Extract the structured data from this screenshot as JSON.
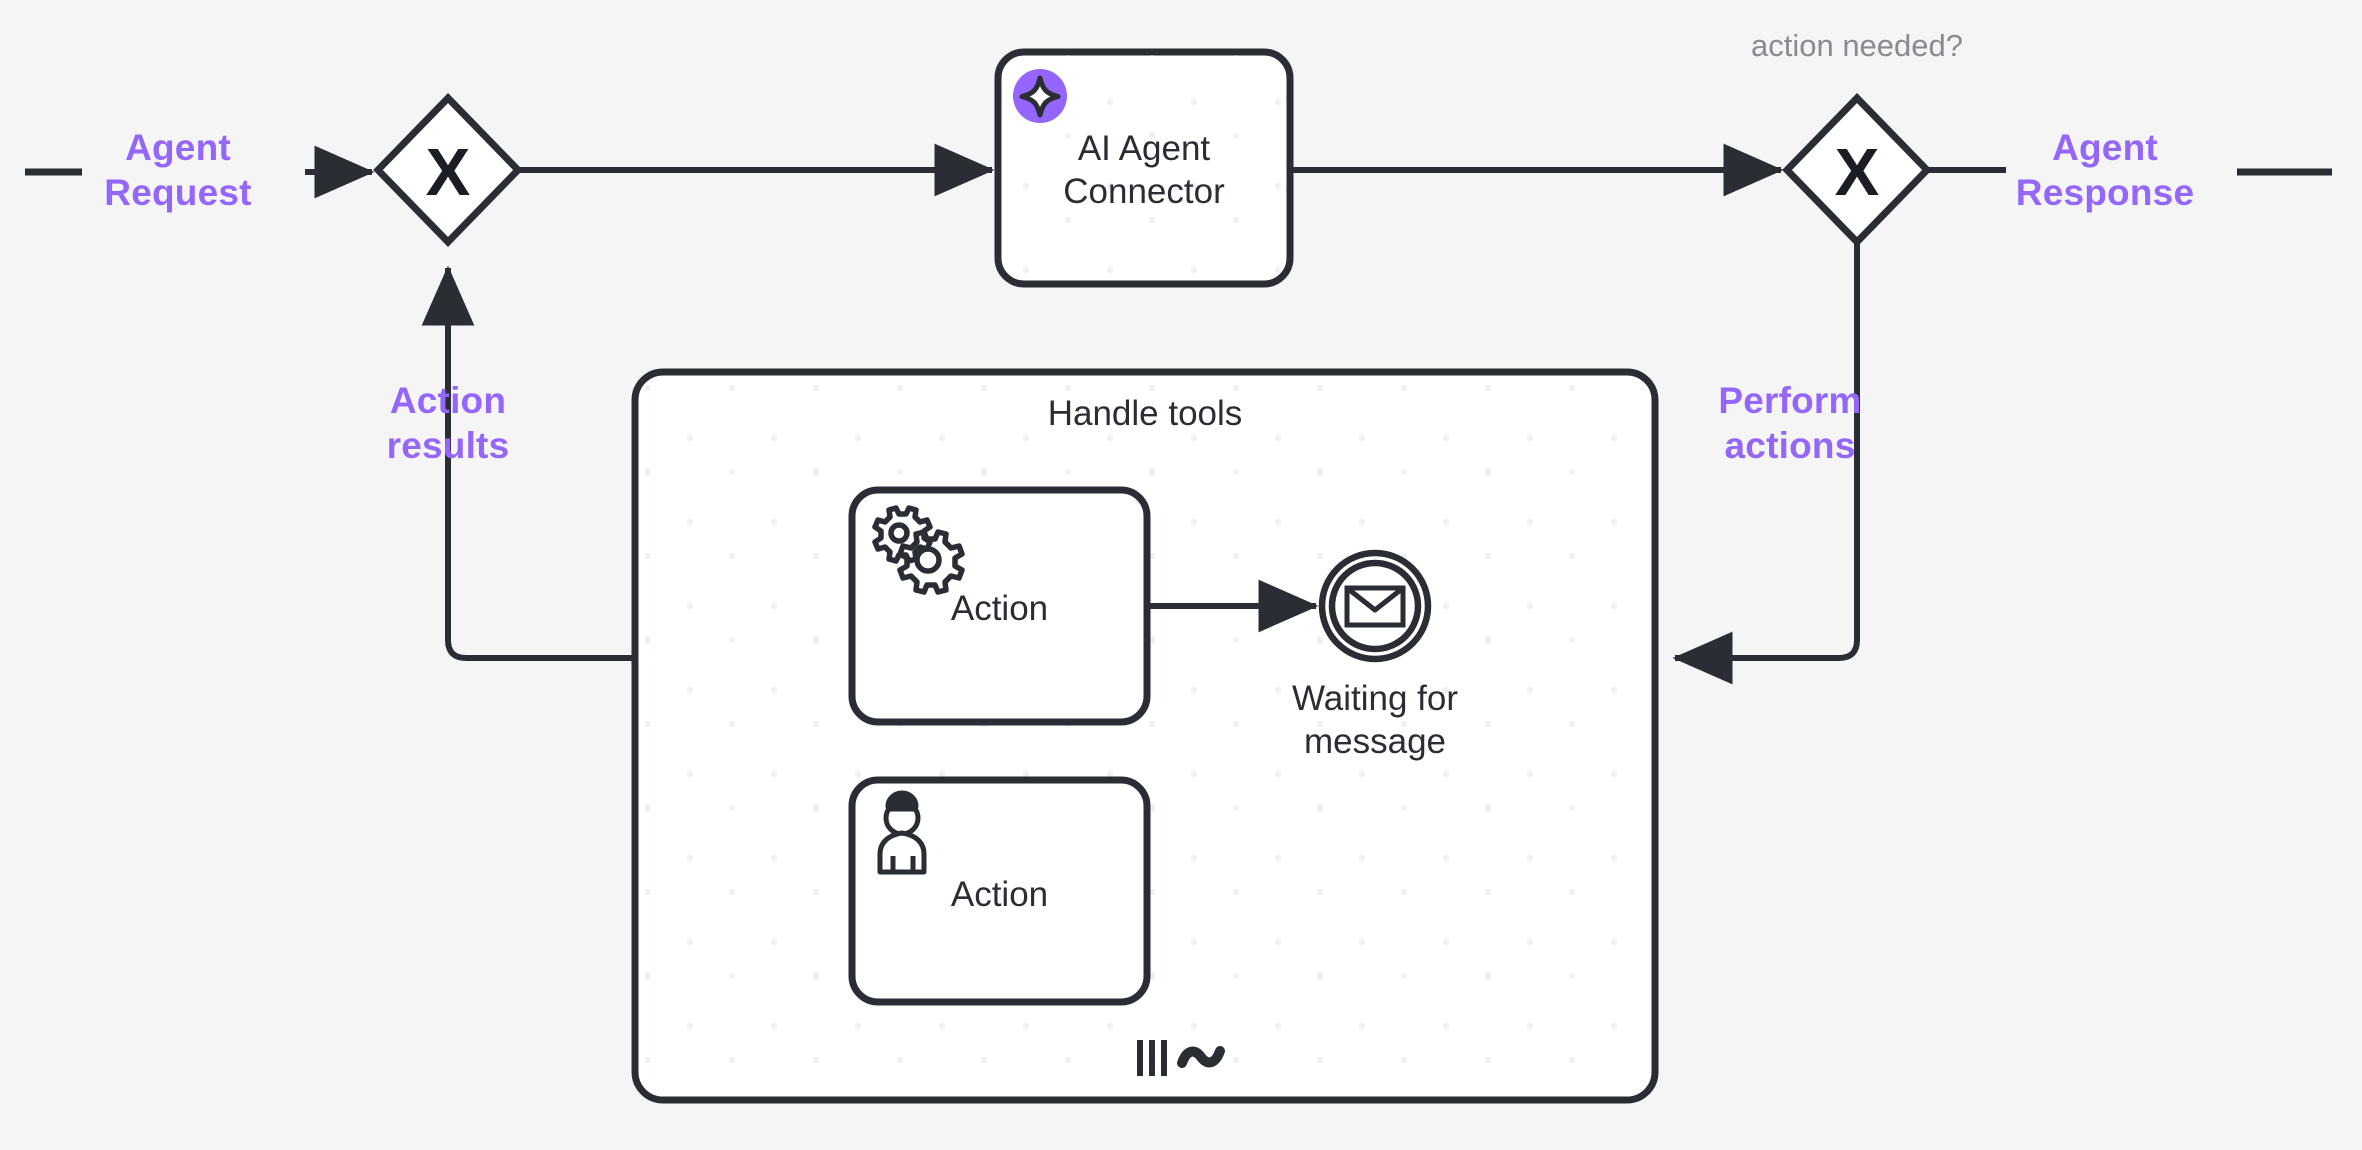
{
  "diagram": {
    "type": "bpmn-process",
    "title": "AI Agent tool-handling loop",
    "background_color": "#f5f5f5",
    "accent_color": "#9466fb",
    "stroke_color": "#2b2d35",
    "node_fill": "#ffffff",
    "muted_text_color": "#8a8a92"
  },
  "labels": {
    "agent_request": "Agent\nRequest",
    "agent_request_line1": "Agent",
    "agent_request_line2": "Request",
    "agent_response_line1": "Agent",
    "agent_response_line2": "Response",
    "action_results_line1": "Action",
    "action_results_line2": "results",
    "perform_actions_line1": "Perform",
    "perform_actions_line2": "actions",
    "action_needed": "action needed?"
  },
  "nodes": {
    "gateway_left": {
      "label": "X",
      "kind": "exclusive-gateway"
    },
    "gateway_right": {
      "label": "X",
      "kind": "exclusive-gateway",
      "annotation": "action needed?"
    },
    "ai_agent": {
      "line1": "AI Agent",
      "line2": "Connector",
      "kind": "service-task",
      "badge": "sparkle-icon",
      "badge_color": "#9466fb"
    },
    "subprocess": {
      "label": "Handle tools",
      "kind": "ad-hoc-subprocess",
      "markers": [
        "parallel-multi-instance",
        "ad-hoc-tilde"
      ]
    },
    "action_service": {
      "label": "Action",
      "kind": "service-task",
      "icon": "gears-icon"
    },
    "action_user": {
      "label": "Action",
      "kind": "user-task",
      "icon": "person-icon"
    },
    "waiting_event": {
      "line1": "Waiting for",
      "line2": "message",
      "kind": "intermediate-message-catch-event",
      "icon": "envelope-icon"
    }
  },
  "flows": [
    {
      "name": "request-to-gateway",
      "from": "start-stub",
      "to": "gateway_left"
    },
    {
      "name": "gateway-to-agent",
      "from": "gateway_left",
      "to": "ai_agent"
    },
    {
      "name": "agent-to-gateway",
      "from": "ai_agent",
      "to": "gateway_right"
    },
    {
      "name": "gateway-to-response",
      "from": "gateway_right",
      "to": "end-stub",
      "label": "Agent Response"
    },
    {
      "name": "perform-actions",
      "from": "gateway_right",
      "to": "subprocess",
      "label": "Perform actions"
    },
    {
      "name": "action-results",
      "from": "subprocess",
      "to": "gateway_left",
      "label": "Action results"
    },
    {
      "name": "action-to-waiting",
      "from": "action_service",
      "to": "waiting_event"
    }
  ]
}
